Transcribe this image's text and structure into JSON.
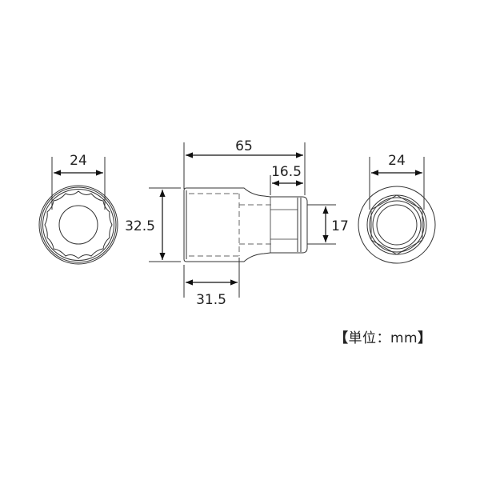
{
  "diagram": {
    "subject": "12-point socket dimension drawing",
    "views": {
      "left_view": {
        "label": "socket-end-view-12-point",
        "dimension": "24"
      },
      "side_view": {
        "label": "socket-side-view",
        "dimensions": {
          "overall_length": "65",
          "drive_end_length": "16.5",
          "body_diameter": "32.5",
          "socket_depth": "31.5",
          "drive_end_diameter": "17"
        }
      },
      "right_view": {
        "label": "socket-drive-end-view",
        "dimension": "24"
      }
    },
    "unit_label": {
      "open_bracket": "【",
      "text": "単位：mm",
      "close_bracket": "】"
    },
    "colors": {
      "line": "#333333",
      "dash": "#666666",
      "background": "#ffffff"
    }
  }
}
